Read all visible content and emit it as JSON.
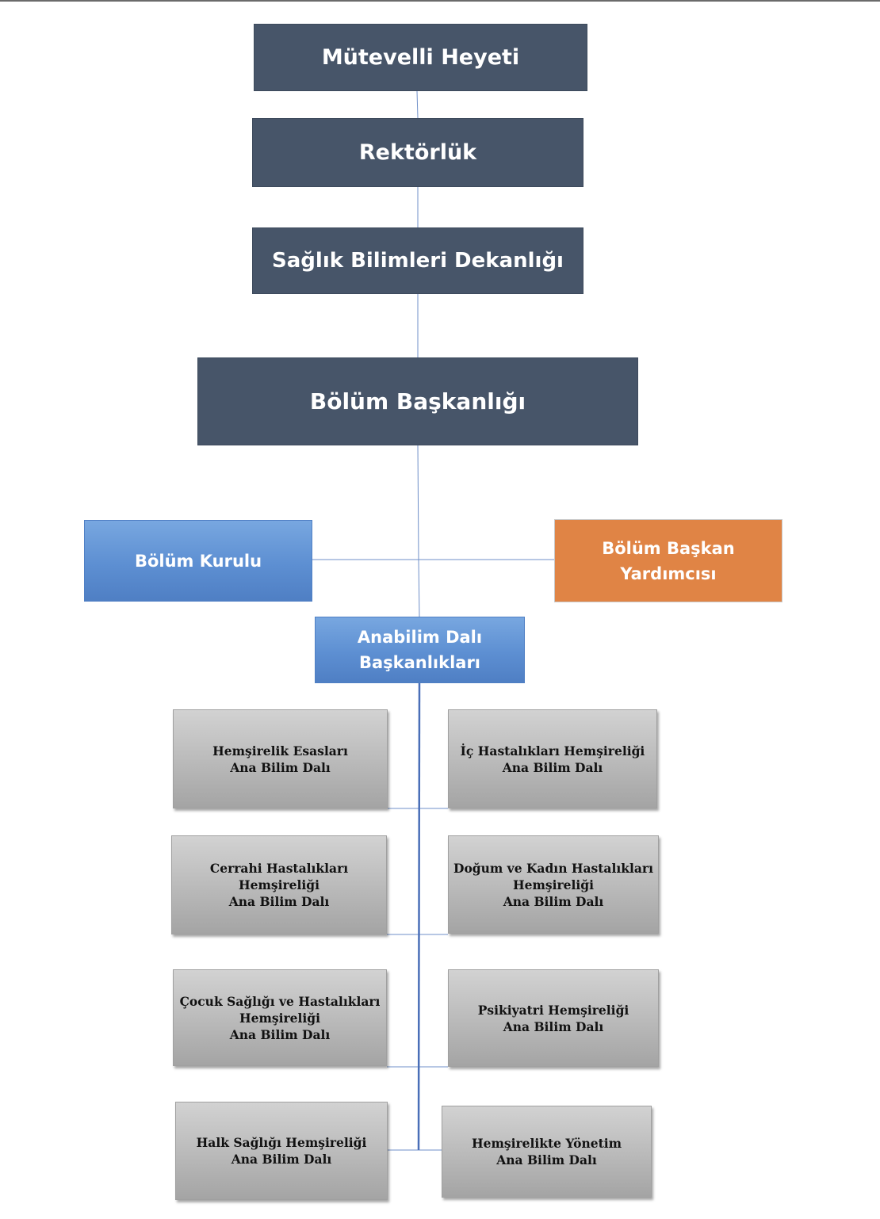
{
  "levels": {
    "trustees": "Mütevelli Heyeti",
    "rectorate": "Rektörlük",
    "deanship": "Sağlık Bilimleri Dekanlığı",
    "department_head": "Bölüm Başkanlığı"
  },
  "side_units": {
    "department_board": "Bölüm Kurulu",
    "deputy_head": "Bölüm Başkan\nYardımcısı"
  },
  "division_heads": "Anabilim Dalı\nBaşkanlıkları",
  "divisions": [
    "Hemşirelik Esasları\nAna Bilim Dalı",
    "İç Hastalıkları Hemşireliği\nAna Bilim Dalı",
    "Cerrahi Hastalıkları\nHemşireliği\nAna Bilim Dalı",
    "Doğum ve Kadın Hastalıkları\nHemşireliği\nAna Bilim Dalı",
    "Çocuk Sağlığı ve Hastalıkları\nHemşireliği\nAna Bilim Dalı",
    "Psikiyatri Hemşireliği\nAna Bilim Dalı",
    "Halk Sağlığı Hemşireliği\nAna Bilim Dalı",
    "Hemşirelikte Yönetim\nAna Bilim Dalı"
  ],
  "colors": {
    "dark_box": "#475569",
    "blue_box": "#5d8fd2",
    "orange_box": "#e08445",
    "grey_box": "#b9b9b9",
    "connector": "#5b7fc0"
  }
}
